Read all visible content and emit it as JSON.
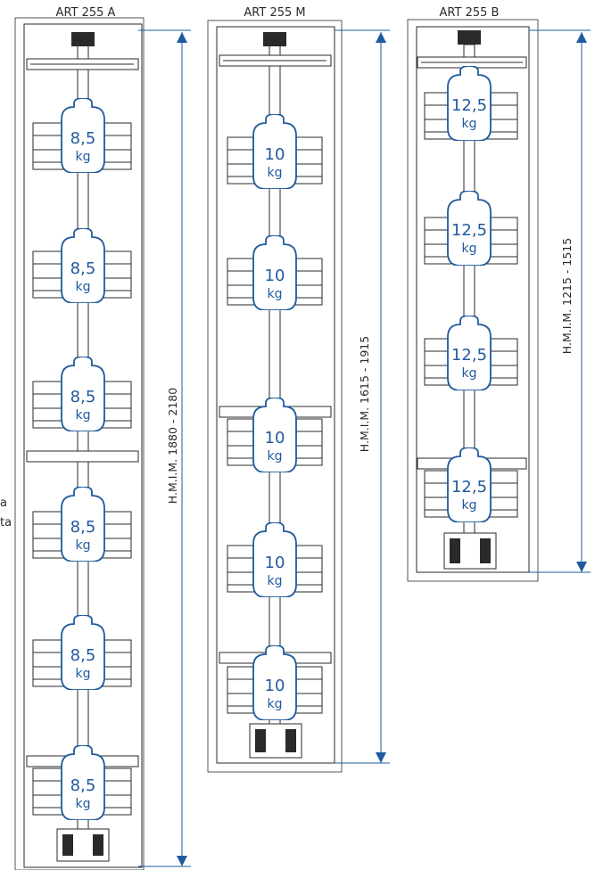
{
  "colors": {
    "accent": "#1f5a9e",
    "line": "#2a2a2a",
    "badge_fill": "#ffffff"
  },
  "side_text": [
    "a",
    "ta"
  ],
  "columns": [
    {
      "title": "ART 255 A",
      "height_label": "H.M.I.M. 1880 - 2180",
      "baskets": [
        {
          "weight": "8,5",
          "unit": "kg"
        },
        {
          "weight": "8,5",
          "unit": "kg"
        },
        {
          "weight": "8,5",
          "unit": "kg"
        },
        {
          "weight": "8,5",
          "unit": "kg"
        },
        {
          "weight": "8,5",
          "unit": "kg"
        },
        {
          "weight": "8,5",
          "unit": "kg"
        }
      ]
    },
    {
      "title": "ART 255 M",
      "height_label": "H.M.I.M. 1615 - 1915",
      "baskets": [
        {
          "weight": "10",
          "unit": "kg"
        },
        {
          "weight": "10",
          "unit": "kg"
        },
        {
          "weight": "10",
          "unit": "kg"
        },
        {
          "weight": "10",
          "unit": "kg"
        },
        {
          "weight": "10",
          "unit": "kg"
        }
      ]
    },
    {
      "title": "ART 255 B",
      "height_label": "H.M.I.M. 1215 - 1515",
      "baskets": [
        {
          "weight": "12,5",
          "unit": "kg"
        },
        {
          "weight": "12,5",
          "unit": "kg"
        },
        {
          "weight": "12,5",
          "unit": "kg"
        },
        {
          "weight": "12,5",
          "unit": "kg"
        }
      ]
    }
  ]
}
